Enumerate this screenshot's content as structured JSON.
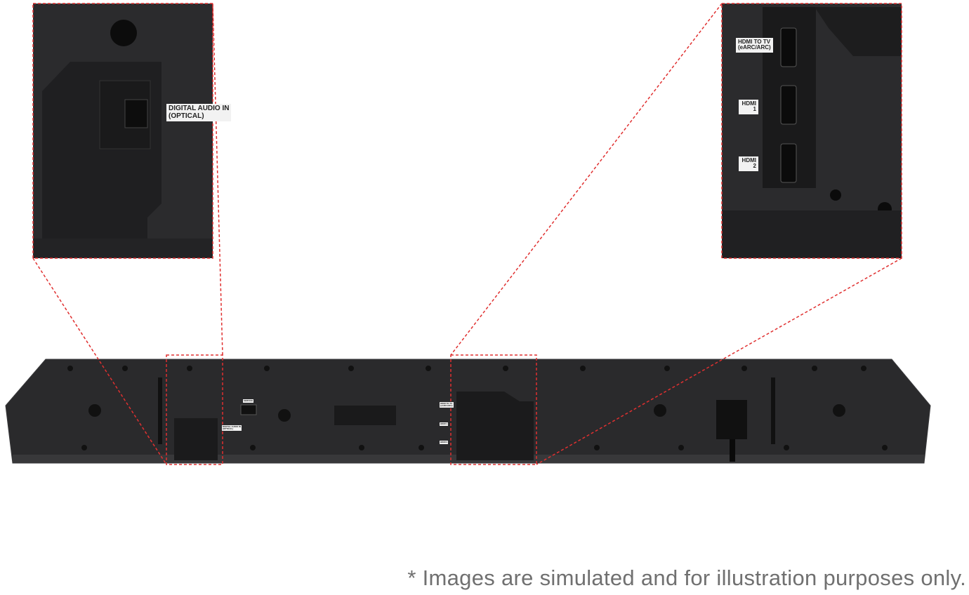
{
  "labels": {
    "optical": "DIGITAL AUDIO IN\n(OPTICAL)",
    "hdmi_tv": "HDMI TO TV\n(eARC/ARC)",
    "hdmi1": "HDMI 1",
    "hdmi2": "HDMI 2",
    "service": "SERVICE"
  },
  "footer": "* Images are simulated and for illustration purposes only.",
  "colors": {
    "device": "#2a2a2c",
    "callout_line": "#e03030"
  }
}
